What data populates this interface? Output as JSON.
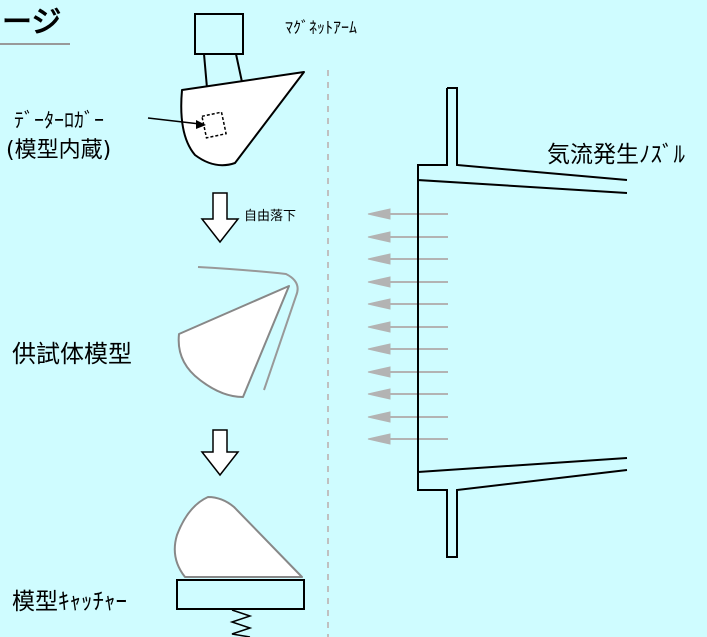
{
  "title": "ージ",
  "labels": {
    "magnet_arm": "ﾏｸﾞﾈｯﾄｱｰﾑ",
    "data_logger": "ﾃﾞｰﾀｰﾛｶﾞｰ",
    "data_logger_note": "(模型内蔵)",
    "free_fall": "自由落下",
    "airflow_nozzle": "気流発生ﾉｽﾞﾙ",
    "test_model": "供試体模型",
    "model_catcher": "模型ｷｬｯﾁｬｰ"
  },
  "colors": {
    "background": "#cffcff",
    "stroke": "#000000",
    "airflow_arrows": "#b3b3b3",
    "divider": "#c0c0c0",
    "model_fill": "#ffffff"
  },
  "airflow_arrow_count": 11
}
